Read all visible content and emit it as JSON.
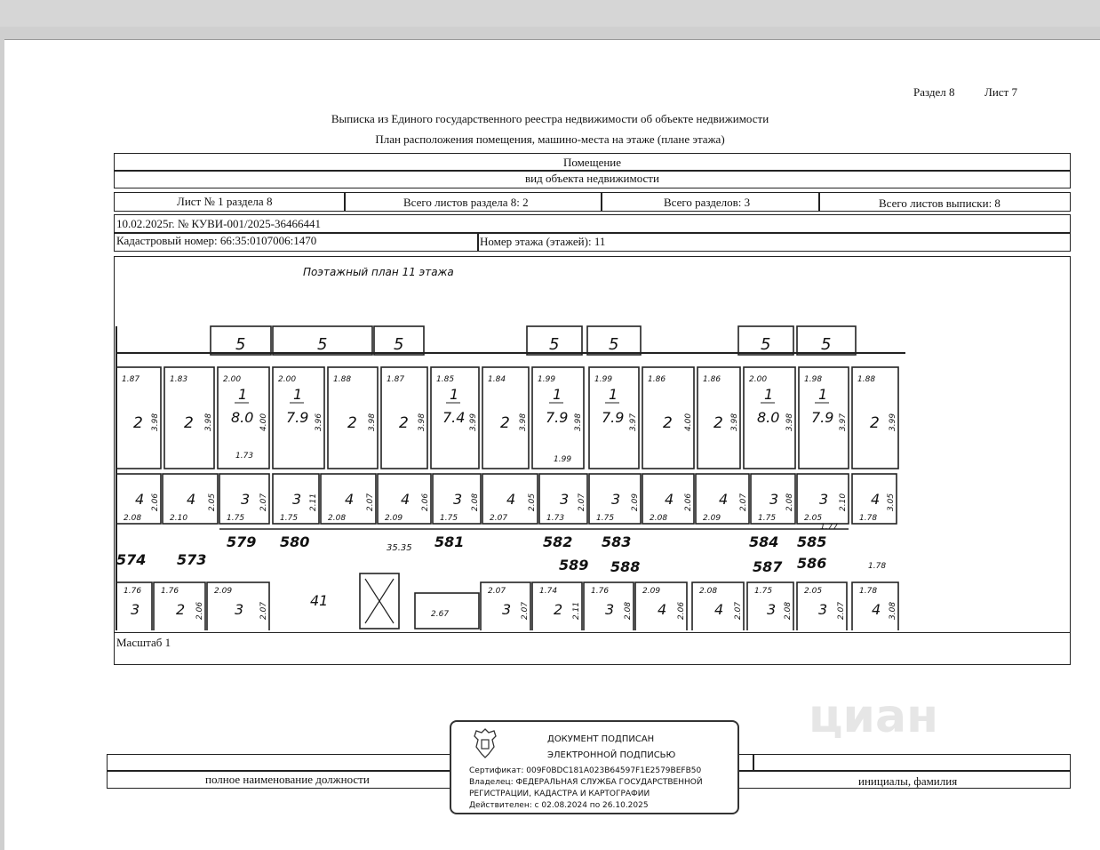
{
  "header": {
    "section": "Раздел 8",
    "sheet": "Лист 7"
  },
  "doc_title": "Выписка из Единого государственного реестра недвижимости об объекте недвижимости",
  "doc_subtitle": "План расположения помещения, машино-места на этаже (плане этажа)",
  "object": {
    "name": "Помещение",
    "type": "вид объекта недвижимости"
  },
  "sheet_info": {
    "sheet_no": "Лист № 1 раздела 8",
    "total_section_sheets": "Всего листов раздела 8: 2",
    "total_sections": "Всего разделов: 3",
    "total_extract_sheets": "Всего листов выписки: 8"
  },
  "record": {
    "date_no": "10.02.2025г. № КУВИ-001/2025-36466441"
  },
  "cadastral": {
    "number": "Кадастровый номер: 66:35:0107006:1470",
    "floor": "Номер этажа (этажей): 11"
  },
  "plan": {
    "title": "Поэтажный план 11 этажа",
    "scale": "Масштаб 1",
    "balconies": [
      {
        "label": "5"
      },
      {
        "label": "5"
      },
      {
        "label": "5"
      },
      {
        "label": "5"
      },
      {
        "label": "5"
      },
      {
        "label": "5"
      },
      {
        "label": "5"
      }
    ],
    "upper_rooms": [
      {
        "label": "2",
        "w": "1.87",
        "d": "3.98"
      },
      {
        "label": "2",
        "w": "1.83",
        "d": "3.98"
      },
      {
        "label": "1 8.0",
        "w": "2.00",
        "d": "4.00"
      },
      {
        "label": "1 7.9",
        "w": "2.00",
        "d": "3.96"
      },
      {
        "label": "2",
        "w": "1.88",
        "d": "3.98"
      },
      {
        "label": "2",
        "w": "1.87",
        "d": "3.98"
      },
      {
        "label": "1 7.4",
        "w": "1.85",
        "d": "3.99"
      },
      {
        "label": "2",
        "w": "1.84",
        "d": "3.98"
      },
      {
        "label": "1 7.9",
        "w": "1.99",
        "d": "3.98"
      },
      {
        "label": "1 7.9",
        "w": "1.99",
        "d": "3.97"
      },
      {
        "label": "2",
        "w": "1.86",
        "d": "4.00"
      },
      {
        "label": "2",
        "w": "1.86",
        "d": "3.98"
      },
      {
        "label": "1 8.0",
        "w": "2.00",
        "d": "3.98"
      },
      {
        "label": "1 7.9",
        "w": "1.98",
        "d": "3.97"
      },
      {
        "label": "2",
        "w": "1.88",
        "d": "3.99"
      }
    ],
    "service_rooms": [
      {
        "label": "4",
        "w": "2.08",
        "d": "2.06"
      },
      {
        "label": "4",
        "w": "2.10",
        "d": "2.05"
      },
      {
        "label": "3",
        "w": "1.75",
        "d": "2.07"
      },
      {
        "label": "3",
        "w": "1.75",
        "d": "2.11"
      },
      {
        "label": "4",
        "w": "2.08",
        "d": "2.07"
      },
      {
        "label": "4",
        "w": "2.09",
        "d": "2.06"
      },
      {
        "label": "3",
        "w": "1.75",
        "d": "2.08"
      },
      {
        "label": "4",
        "w": "2.07",
        "d": "2.05"
      },
      {
        "label": "3",
        "w": "1.73",
        "d": "2.07"
      },
      {
        "label": "3",
        "w": "1.75",
        "d": "2.09"
      },
      {
        "label": "4",
        "w": "2.08",
        "d": "2.06"
      },
      {
        "label": "4",
        "w": "2.09",
        "d": "2.07"
      },
      {
        "label": "3",
        "w": "1.75",
        "d": "2.08"
      },
      {
        "label": "3",
        "w": "2.05",
        "d": "2.10"
      },
      {
        "label": "4",
        "w": "1.78",
        "d": "3.05"
      }
    ],
    "upper_numbers": [
      "579",
      "580",
      "581",
      "582",
      "583",
      "584",
      "585"
    ],
    "lower_numbers": [
      "574",
      "573",
      "589",
      "588",
      "587",
      "586"
    ],
    "corridor_area": "35.35",
    "hall_label": "41",
    "lift_width": "2.67",
    "extra_dims": [
      "1.73",
      "1.77",
      "1.99",
      "1.78"
    ],
    "lower_rooms": [
      {
        "label": "3",
        "w": "1.76"
      },
      {
        "label": "2",
        "w": "1.76",
        "d": "2.06"
      },
      {
        "label": "3",
        "w": "2.09",
        "d": "2.07"
      },
      {
        "label": "3",
        "w": "2.07",
        "d": "2.07"
      },
      {
        "label": "2",
        "w": "1.74",
        "d": "2.11"
      },
      {
        "label": "3",
        "w": "1.76",
        "d": "2.08"
      },
      {
        "label": "4",
        "w": "2.09",
        "d": "2.06"
      },
      {
        "label": "4",
        "w": "2.08",
        "d": "2.07"
      },
      {
        "label": "3",
        "w": "1.75",
        "d": "2.08"
      },
      {
        "label": "3",
        "w": "2.05",
        "d": "2.07"
      },
      {
        "label": "4",
        "w": "1.78",
        "d": "3.08"
      }
    ]
  },
  "signature": {
    "line1": "ДОКУМЕНТ ПОДПИСАН",
    "line2": "ЭЛЕКТРОННОЙ ПОДПИСЬЮ",
    "cert": "Сертификат: 009F0BDC181A023B64597F1E2579BEFB50",
    "owner1": "Владелец: ФЕДЕРАЛЬНАЯ СЛУЖБА ГОСУДАРСТВЕННОЙ",
    "owner2": "РЕГИСТРАЦИИ, КАДАСТРА И КАРТОГРАФИИ",
    "valid": "Действителен: с 02.08.2024 по 26.10.2025"
  },
  "footer": {
    "position": "полное наименование должности",
    "initials": "инициалы, фамилия"
  },
  "watermark": "циан"
}
